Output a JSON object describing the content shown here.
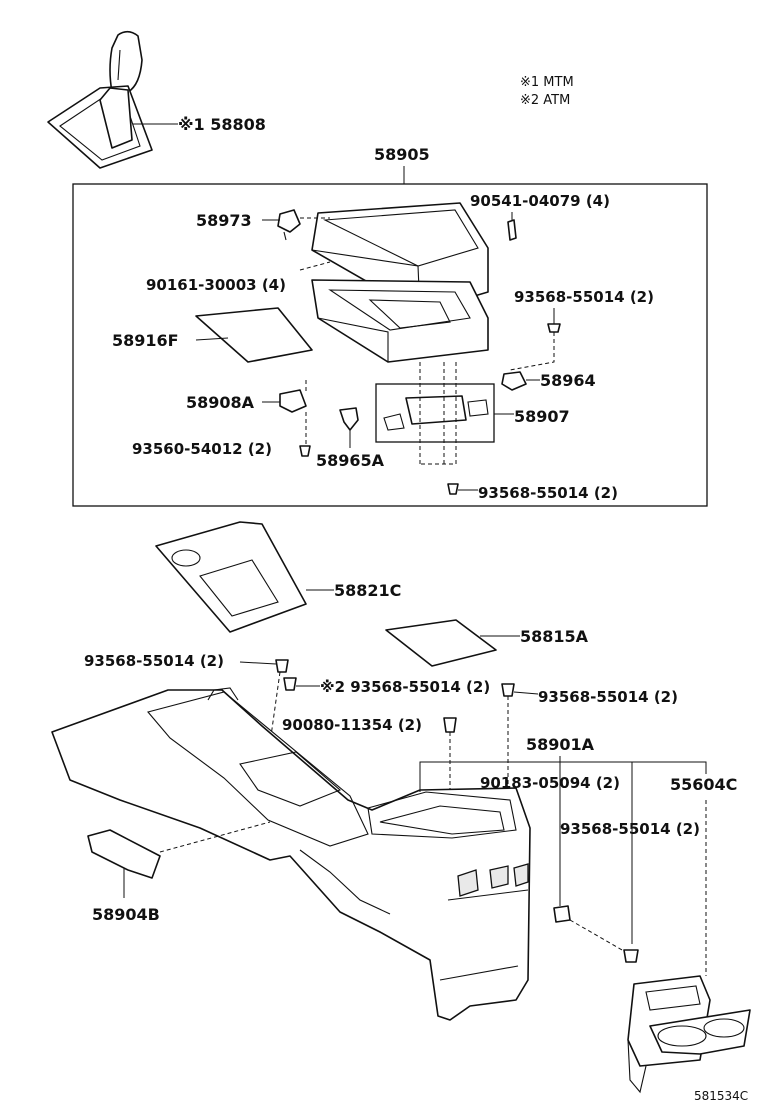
{
  "legend": [
    "※1 MTM",
    "※2 ATM"
  ],
  "labels": {
    "l58808": "※1 58808",
    "l58905": "58905",
    "l90541": "90541-04079 (4)",
    "l58973": "58973",
    "l90161": "90161-30003 (4)",
    "l93568a": "93568-55014 (2)",
    "l58916F": "58916F",
    "l58964": "58964",
    "l58908A": "58908A",
    "l58907": "58907",
    "l93560": "93560-54012 (2)",
    "l58965A": "58965A",
    "l93568b": "93568-55014 (2)",
    "l58821C": "58821C",
    "l58815A": "58815A",
    "l93568c": "93568-55014 (2)",
    "l93568d": "※2 93568-55014 (2)",
    "l93568e": "93568-55014 (2)",
    "l90080": "90080-11354 (2)",
    "l58901A": "58901A",
    "l90183": "90183-05094 (2)",
    "l55604C": "55604C",
    "l93568f": "93568-55014 (2)",
    "l58904B": "58904B"
  },
  "ref_code": "581534C"
}
